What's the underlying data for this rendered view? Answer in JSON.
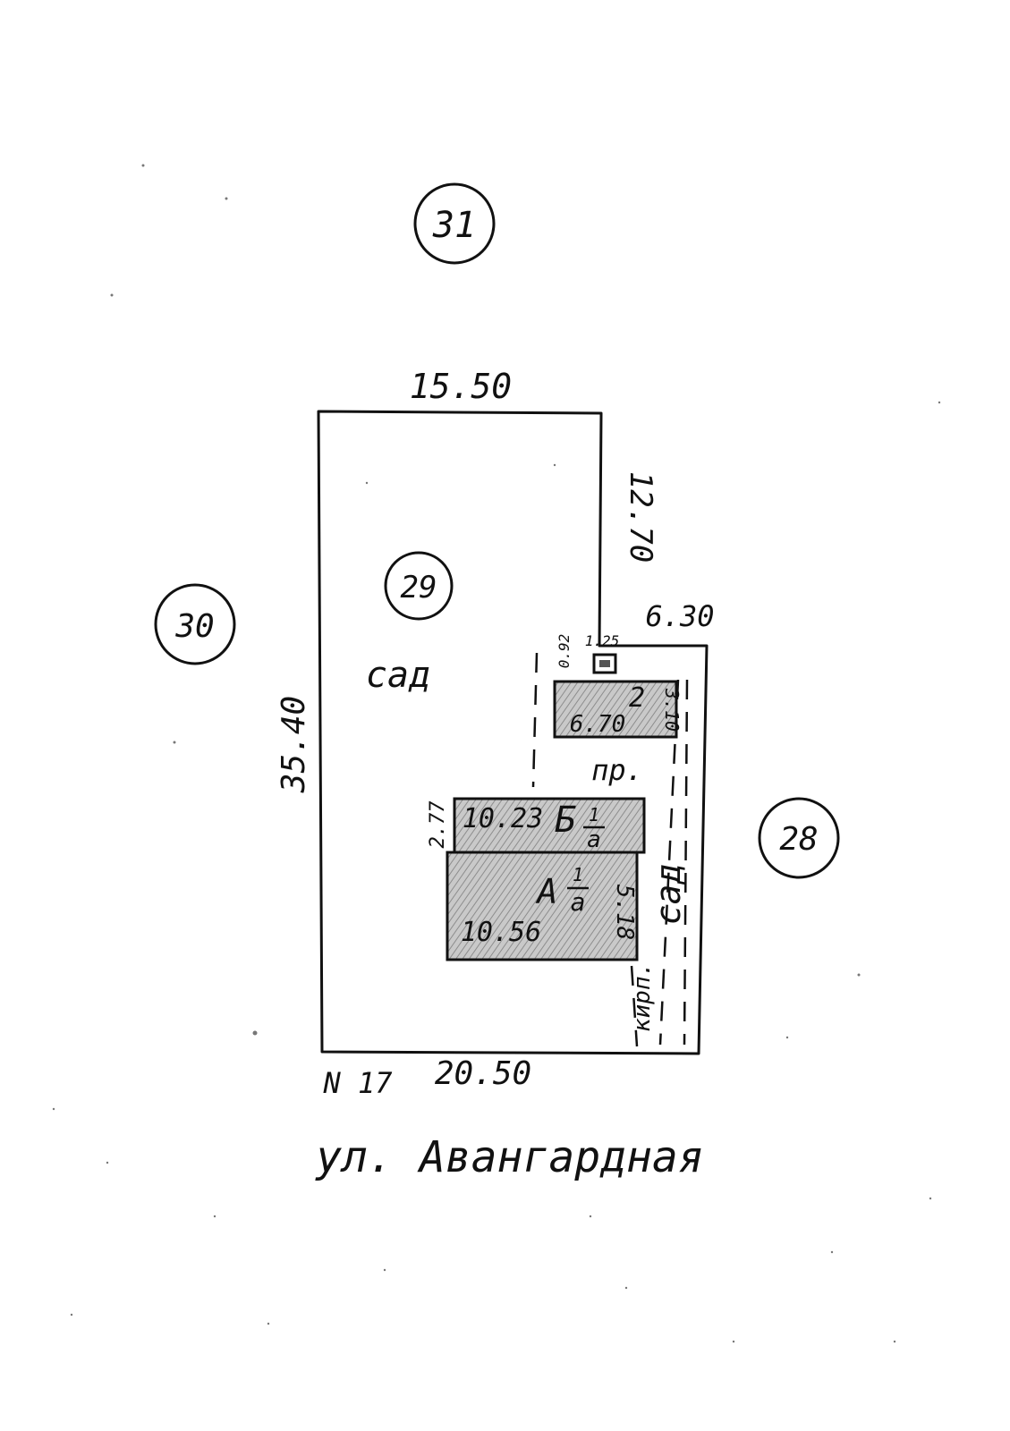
{
  "plots": {
    "p31": "31",
    "p30": "30",
    "p29": "29",
    "p28": "28"
  },
  "dimensions": {
    "top": "15.50",
    "right_upper": "12.70",
    "left": "35.40",
    "annex_top": "6.30",
    "bottom": "20.50",
    "small_w": "1.25",
    "small_h": "0.92"
  },
  "buildings": {
    "b2_label": "2",
    "b2_len": "6.70",
    "b2_wid": "3.10",
    "b_top_len": "10.23",
    "b_top_wid": "2.77",
    "b_top_label": "Б",
    "b_top_frac_num": "1",
    "b_top_frac_den": "а",
    "b_main_label": "А",
    "b_main_frac_num": "1",
    "b_main_frac_den": "а",
    "b_main_len": "10.56",
    "b_main_wid": "5.18"
  },
  "labels": {
    "garden_left": "сад",
    "garden_right": "сад",
    "passage": "пр.",
    "brick": "кирп.",
    "house_number": "N 17",
    "street": "ул. Авангардная"
  },
  "colors": {
    "ink": "#111111",
    "pencil": "#9a9a9a"
  }
}
